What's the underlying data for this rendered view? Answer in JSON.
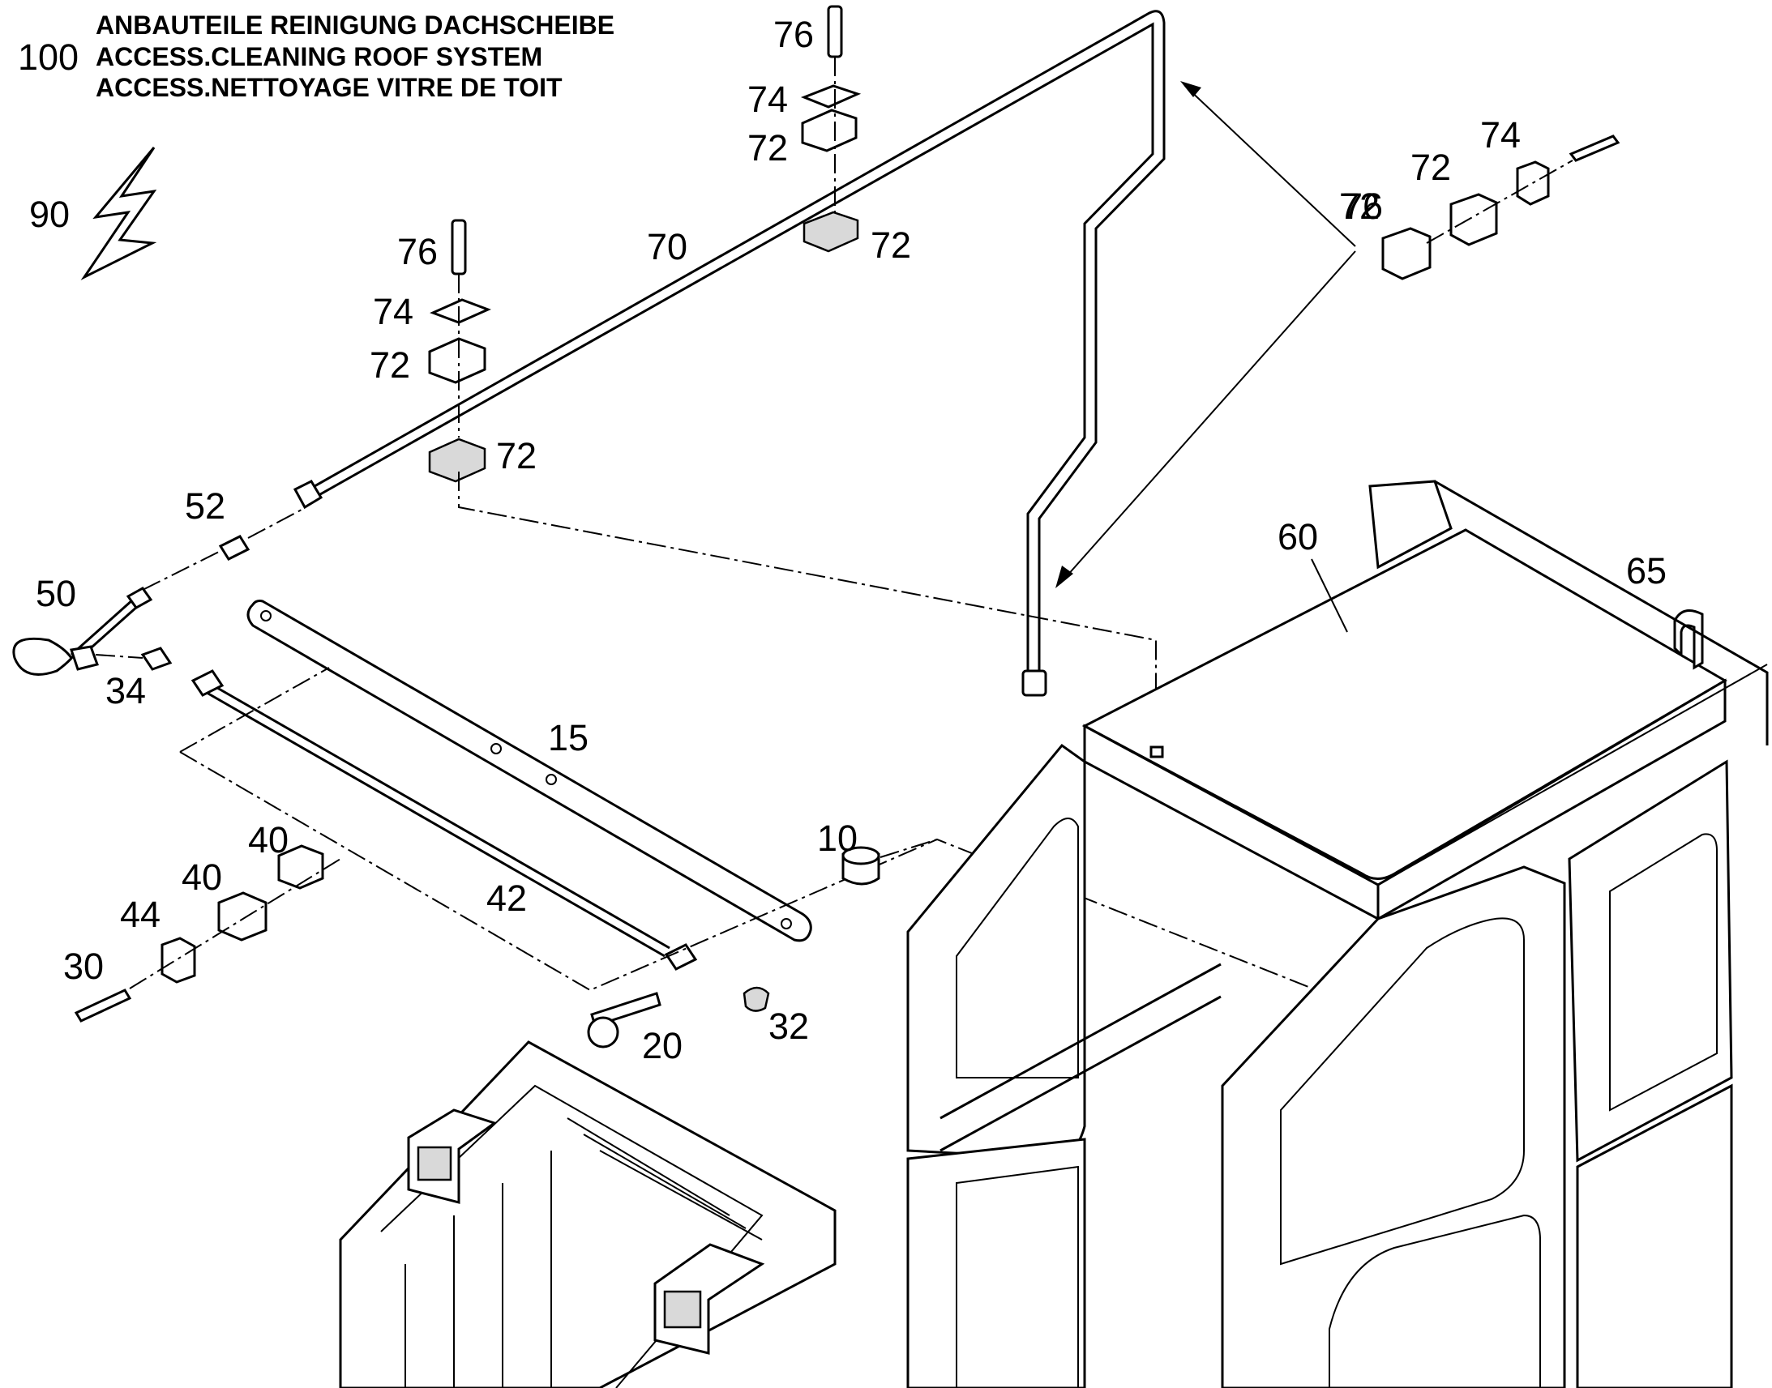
{
  "title": {
    "number": "100",
    "lines": [
      "ANBAUTEILE REINIGUNG DACHSCHEIBE",
      "ACCESS.CLEANING ROOF SYSTEM",
      "ACCESS.NETTOYAGE VITRE DE TOIT"
    ]
  },
  "symbol": {
    "label": "90",
    "icon": "lightning-bolt-icon"
  },
  "callouts": [
    {
      "id": "c76a",
      "text": "76"
    },
    {
      "id": "c74a",
      "text": "74"
    },
    {
      "id": "c72a",
      "text": "72"
    },
    {
      "id": "c72b",
      "text": "72"
    },
    {
      "id": "c70",
      "text": "70"
    },
    {
      "id": "c76b",
      "text": "76"
    },
    {
      "id": "c74b",
      "text": "74"
    },
    {
      "id": "c72c",
      "text": "72"
    },
    {
      "id": "c72d",
      "text": "72"
    },
    {
      "id": "c76c",
      "text": "76"
    },
    {
      "id": "c74c",
      "text": "74"
    },
    {
      "id": "c72e",
      "text": "72"
    },
    {
      "id": "c72f",
      "text": "72"
    },
    {
      "id": "c52",
      "text": "52"
    },
    {
      "id": "c50",
      "text": "50"
    },
    {
      "id": "c34",
      "text": "34"
    },
    {
      "id": "c60",
      "text": "60"
    },
    {
      "id": "c65",
      "text": "65"
    },
    {
      "id": "c15",
      "text": "15"
    },
    {
      "id": "c10",
      "text": "10"
    },
    {
      "id": "c40a",
      "text": "40"
    },
    {
      "id": "c40b",
      "text": "40"
    },
    {
      "id": "c42",
      "text": "42"
    },
    {
      "id": "c44",
      "text": "44"
    },
    {
      "id": "c30",
      "text": "30"
    },
    {
      "id": "c32",
      "text": "32"
    },
    {
      "id": "c20",
      "text": "20"
    }
  ]
}
